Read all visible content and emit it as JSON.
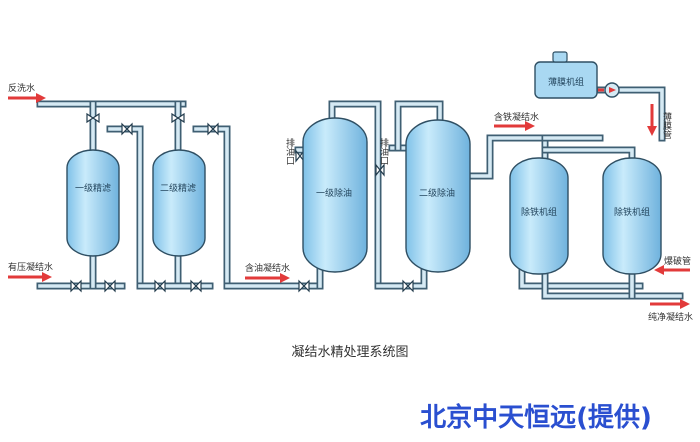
{
  "diagram": {
    "title": "凝结水精处理系统图",
    "watermark": "北京中天恒远(提供)",
    "labels": {
      "reverse_wash_water": "反洗水",
      "pressure_condensate": "有压凝结水",
      "oily_condensate": "含油凝结水",
      "iron_condensate": "含铁凝结水",
      "pure_condensate": "纯净凝结水",
      "blowdown_pipe": "爆破管",
      "return_pipe": "薄膜管",
      "drain_port_1": "排油口",
      "drain_port_2": "排油口",
      "film_unit": "薄膜机组"
    },
    "tanks": [
      {
        "id": "primary-fine",
        "label": "一级精滤"
      },
      {
        "id": "secondary-fine",
        "label": "二级精滤"
      },
      {
        "id": "primary-oil",
        "label": "一级除油"
      },
      {
        "id": "secondary-oil",
        "label": "二级除油"
      },
      {
        "id": "iron-removal-1",
        "label": "除铁机组"
      },
      {
        "id": "iron-removal-2",
        "label": "除铁机组"
      }
    ]
  },
  "colors": {
    "pipe_outline": "#3f5f73",
    "pipe_fill": "#d6eaf4",
    "tank_fill": "#a9d8f2",
    "arrow": "#e23a3a",
    "watermark": "#2a4fd0"
  }
}
